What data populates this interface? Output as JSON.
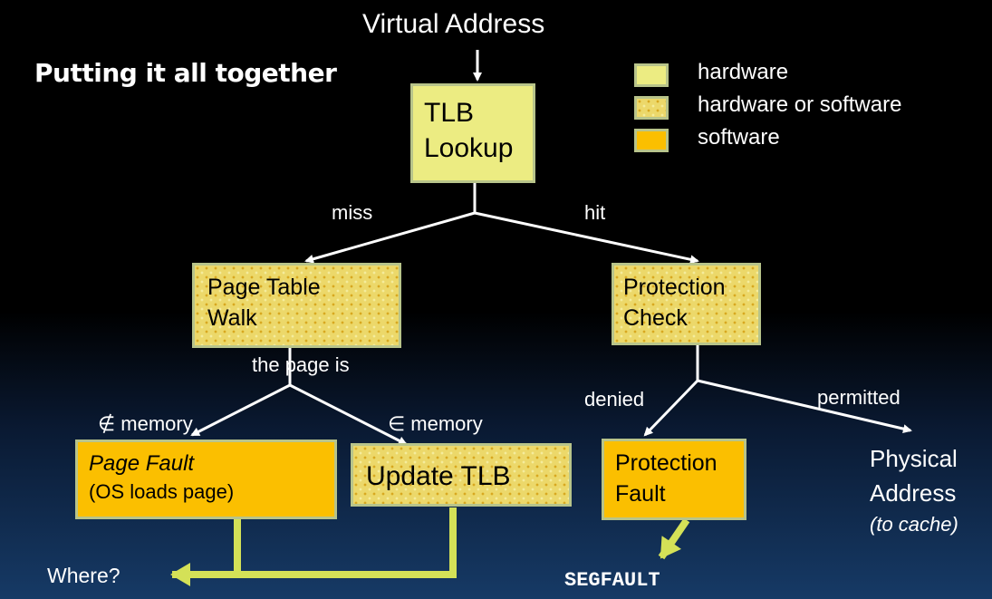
{
  "title": "Putting it all together",
  "top_label": "Virtual Address",
  "legend": [
    {
      "label": "hardware",
      "style": "hardware",
      "color": "#ecec82"
    },
    {
      "label": "hardware or software",
      "style": "hardware or software",
      "color": "#ecd86a"
    },
    {
      "label": "software",
      "style": "software",
      "color": "#fbbf00"
    }
  ],
  "nodes": {
    "tlb": {
      "line1": "TLB",
      "line2": "Lookup"
    },
    "ptw": {
      "line1": "Page Table",
      "line2": "Walk"
    },
    "prot_check": {
      "line1": "Protection",
      "line2": "Check"
    },
    "page_fault": {
      "line1": "Page Fault",
      "line2": "(OS loads page)"
    },
    "update_tlb": {
      "line1": "Update TLB"
    },
    "prot_fault": {
      "line1": "Protection",
      "line2": "Fault"
    }
  },
  "edges": {
    "miss": "miss",
    "hit": "hit",
    "the_page_is": "the page is",
    "not_in_memory": "∉ memory",
    "in_memory": "∈ memory",
    "denied": "denied",
    "permitted": "permitted"
  },
  "outputs": {
    "physical_line1": "Physical",
    "physical_line2": "Address",
    "physical_line3": "(to cache)",
    "where": "Where?",
    "segfault": "SEGFAULT"
  },
  "colors": {
    "edge_white": "#ffffff",
    "edge_green": "#d4e157",
    "border": "#b8c48a"
  }
}
